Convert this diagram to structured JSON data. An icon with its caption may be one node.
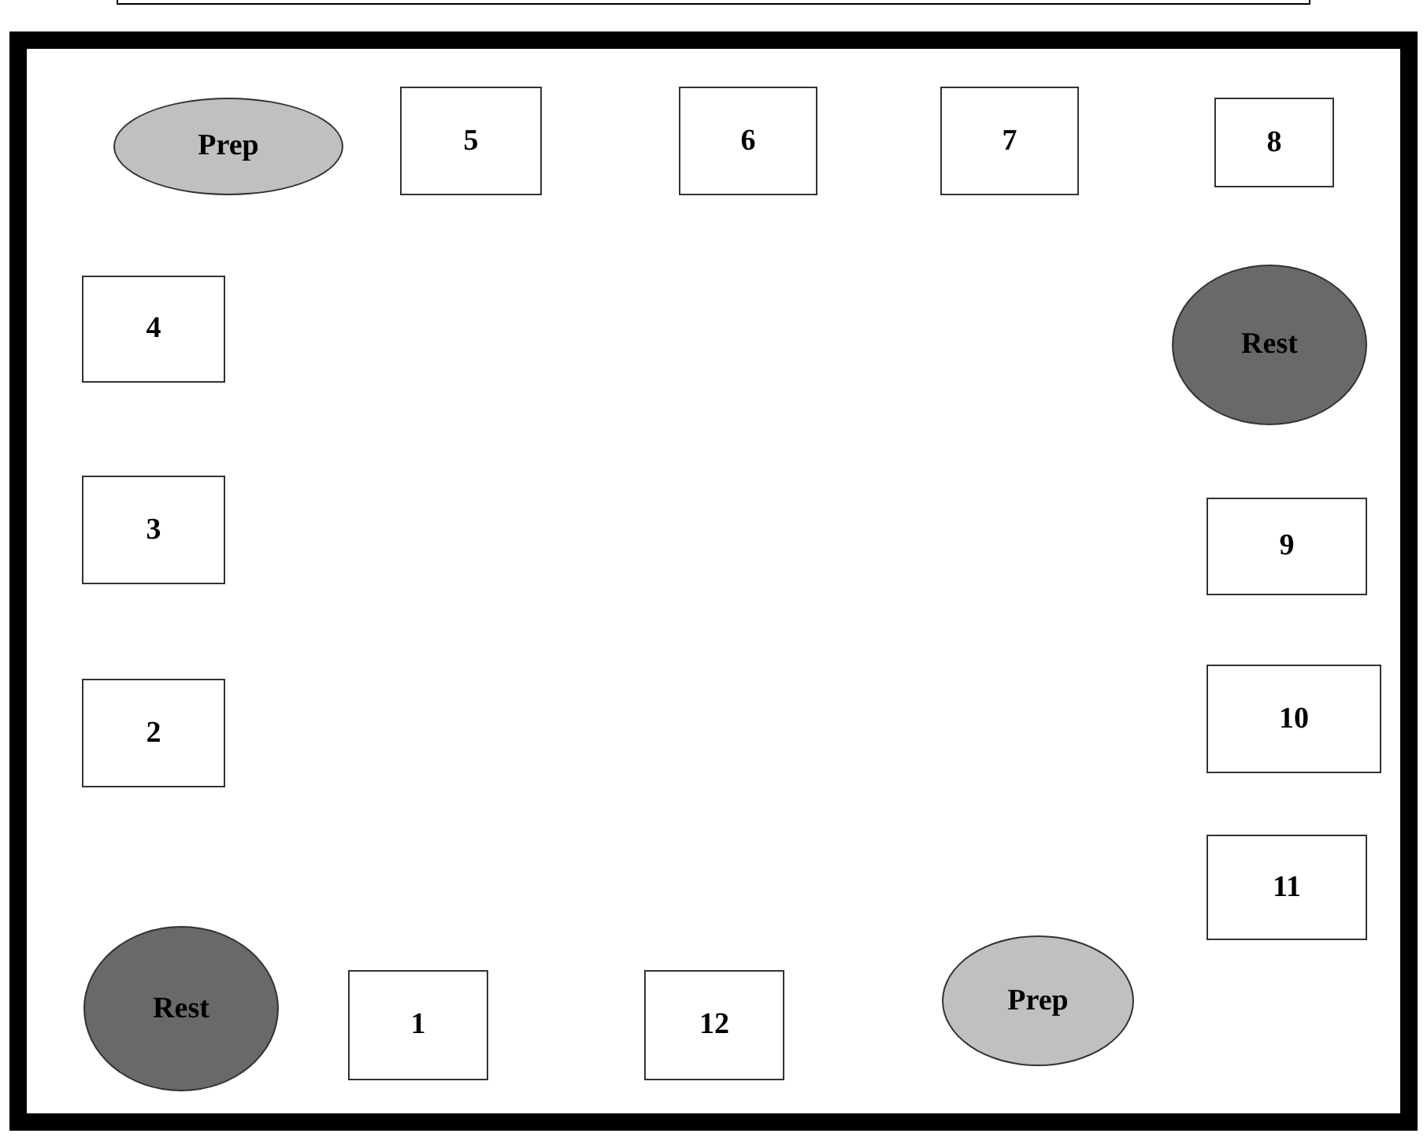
{
  "diagram": {
    "nodes": [
      {
        "text": [
          "Prep"
        ]
      },
      {
        "text": [
          "5"
        ]
      },
      {
        "text": [
          "6"
        ]
      },
      {
        "text": [
          "7"
        ]
      },
      {
        "text": [
          "8"
        ]
      },
      {
        "text": [
          "4"
        ]
      },
      {
        "text": [
          "Rest"
        ]
      },
      {
        "text": [
          "3"
        ]
      },
      {
        "text": [
          "9"
        ]
      },
      {
        "text": [
          "2"
        ]
      },
      {
        "text": [
          "10"
        ]
      },
      {
        "text": [
          "11"
        ]
      },
      {
        "text": [
          "Prep"
        ]
      },
      {
        "text": [
          "Rest"
        ]
      },
      {
        "text": [
          "1"
        ]
      },
      {
        "text": [
          "12"
        ]
      }
    ]
  }
}
